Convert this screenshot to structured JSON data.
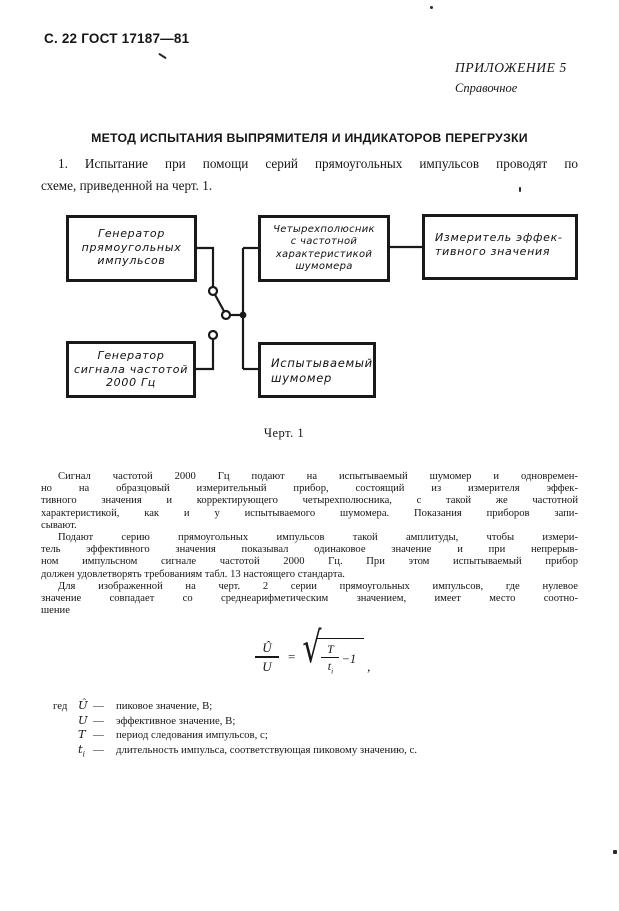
{
  "header": {
    "page_label": "С. 22",
    "standard": "ГОСТ 17187—81"
  },
  "appendix": {
    "title": "ПРИЛОЖЕНИЕ 5",
    "subtitle": "Справочное"
  },
  "section_title": "МЕТОД ИСПЫТАНИЯ ВЫПРЯМИТЕЛЯ И ИНДИКАТОРОВ ПЕРЕГРУЗКИ",
  "intro": {
    "lines": [
      "1. Испытание при помощи серий прямоугольных импульсов проводят по",
      "схеме, приведенной на черт. 1."
    ]
  },
  "diagram": {
    "caption": "Черт. 1",
    "boxes": {
      "pulse_generator": {
        "lines": [
          "Генератор",
          "прямоугольных",
          "импульсов"
        ]
      },
      "signal_generator": {
        "lines": [
          "Генератор",
          "сигнала частотой",
          "2000 Гц"
        ]
      },
      "four_pole": {
        "lines": [
          "Четырехполюсник",
          "с частотной",
          "характеристикой",
          "шумомера"
        ]
      },
      "rms_meter": {
        "lines": [
          "Измеритель эффек-",
          "тивного значения"
        ]
      },
      "tested_meter": {
        "lines": [
          "Испытываемый",
          "шумомер"
        ]
      }
    }
  },
  "body": {
    "para1": {
      "lines": [
        "Сигнал частотой 2000 Гц подают на испытываемый шумомер и одновремен-",
        "но на образцовый измерительный прибор, состоящий из измерителя эффек-",
        "тивного значения и корректирующего четырехполюсника, с такой же частотной",
        "характеристикой, как и у испытываемого шумомера. Показания приборов запи-",
        "сывают."
      ]
    },
    "para2": {
      "lines": [
        "Подают серию прямоугольных импульсов такой амплитуды, чтобы измери-",
        "тель эффективного значения показывал одинаковое значение и при непрерыв-",
        "ном импульсном сигнале частотой 2000 Гц. При этом испытываемый прибор",
        "должен удовлетворять требованиям табл. 13 настоящего стандарта."
      ]
    },
    "para3": {
      "lines": [
        "Для изображенной на черт. 2 серии прямоугольных импульсов, где нулевое",
        "значение совпадает со среднеарифметическим значением, имеет место соотно-",
        "шение"
      ]
    }
  },
  "formula": {
    "num": "Û",
    "den": "U",
    "eq": "=",
    "inner_num": "T",
    "inner_den_base": "t",
    "inner_den_sub": "i",
    "minus_one": "−1",
    "comma": ","
  },
  "definitions": {
    "prefix": "гед",
    "items": [
      {
        "symbol": "Û",
        "sub": "",
        "dash": "—",
        "text": "пиковое значение, В;"
      },
      {
        "symbol": "U",
        "sub": "",
        "dash": "—",
        "text": "эффективное значение, В;"
      },
      {
        "symbol": "T",
        "sub": "",
        "dash": "—",
        "text": "период следования импульсов, с;"
      },
      {
        "symbol": "t",
        "sub": "i",
        "dash": "—",
        "text": "длительность импульса, соответствующая пиковому значению, с."
      }
    ]
  },
  "colors": {
    "ink": "#161616",
    "paper": "#ffffff"
  }
}
